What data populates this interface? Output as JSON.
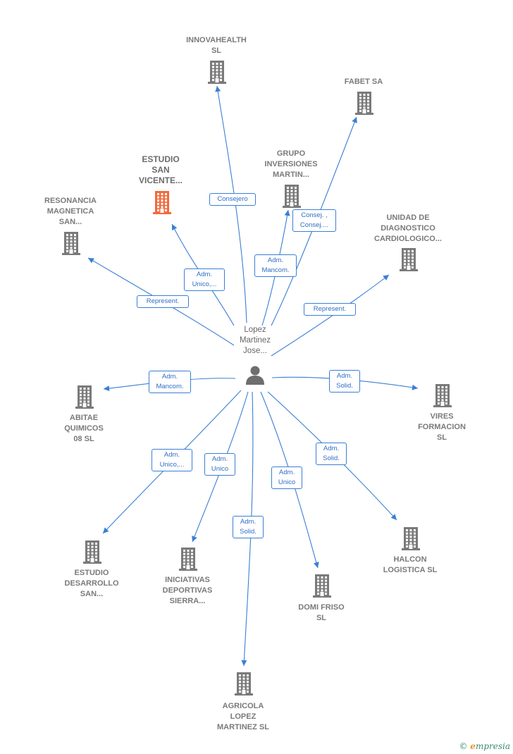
{
  "center": {
    "name_lines": [
      "Lopez",
      "Martinez",
      "Jose..."
    ],
    "icon": "person-icon"
  },
  "colors": {
    "edge": "#3a7fd5",
    "node": "#7a7a7a",
    "highlight_node": "#f26a3d"
  },
  "nodes": [
    {
      "id": "innovahealth",
      "lines": [
        "INNOVAHEALTH",
        "SL"
      ],
      "highlight": false,
      "icon": "building-icon"
    },
    {
      "id": "fabet",
      "lines": [
        "FABET SA"
      ],
      "highlight": false,
      "icon": "building-icon"
    },
    {
      "id": "estudio-san-vicente",
      "lines": [
        "ESTUDIO",
        "SAN",
        "VICENTE..."
      ],
      "highlight": true,
      "icon": "building-icon"
    },
    {
      "id": "grupo-inversiones",
      "lines": [
        "GRUPO",
        "INVERSIONES",
        "MARTIN..."
      ],
      "highlight": false,
      "icon": "building-icon"
    },
    {
      "id": "resonancia",
      "lines": [
        "RESONANCIA",
        "MAGNETICA",
        "SAN..."
      ],
      "highlight": false,
      "icon": "building-icon"
    },
    {
      "id": "unidad-diagnostico",
      "lines": [
        "UNIDAD DE",
        "DIAGNOSTICO",
        "CARDIOLOGICO..."
      ],
      "highlight": false,
      "icon": "building-icon"
    },
    {
      "id": "abitae",
      "lines": [
        "ABITAE",
        "QUIMICOS",
        "08 SL"
      ],
      "highlight": false,
      "icon": "building-icon"
    },
    {
      "id": "vires",
      "lines": [
        "VIRES",
        "FORMACION",
        "SL"
      ],
      "highlight": false,
      "icon": "building-icon"
    },
    {
      "id": "estudio-desarrollo",
      "lines": [
        "ESTUDIO",
        "DESARROLLO",
        "SAN..."
      ],
      "highlight": false,
      "icon": "building-icon"
    },
    {
      "id": "iniciativas",
      "lines": [
        "INICIATIVAS",
        "DEPORTIVAS",
        "SIERRA..."
      ],
      "highlight": false,
      "icon": "building-icon"
    },
    {
      "id": "halcon",
      "lines": [
        "HALCON",
        "LOGISTICA SL"
      ],
      "highlight": false,
      "icon": "building-icon"
    },
    {
      "id": "domi-friso",
      "lines": [
        "DOMI FRISO",
        "SL"
      ],
      "highlight": false,
      "icon": "building-icon"
    },
    {
      "id": "agricola",
      "lines": [
        "AGRICOLA",
        "LOPEZ",
        "MARTINEZ SL"
      ],
      "highlight": false,
      "icon": "building-icon"
    }
  ],
  "edges": [
    {
      "to": "innovahealth",
      "lines": [
        "Consejero"
      ]
    },
    {
      "to": "fabet",
      "lines": [
        "Consej. ,",
        "Consej...."
      ]
    },
    {
      "to": "estudio-san-vicente",
      "lines": [
        "Adm.",
        "Unico,..."
      ]
    },
    {
      "to": "grupo-inversiones",
      "lines": [
        "Adm.",
        "Mancom."
      ]
    },
    {
      "to": "resonancia",
      "lines": [
        "Represent."
      ]
    },
    {
      "to": "unidad-diagnostico",
      "lines": [
        "Represent."
      ]
    },
    {
      "to": "abitae",
      "lines": [
        "Adm.",
        "Mancom."
      ]
    },
    {
      "to": "vires",
      "lines": [
        "Adm.",
        "Solid."
      ]
    },
    {
      "to": "estudio-desarrollo",
      "lines": [
        "Adm.",
        "Unico,..."
      ]
    },
    {
      "to": "iniciativas",
      "lines": [
        "Adm.",
        "Unico"
      ]
    },
    {
      "to": "halcon",
      "lines": [
        "Adm.",
        "Solid."
      ]
    },
    {
      "to": "domi-friso",
      "lines": [
        "Adm.",
        "Unico"
      ]
    },
    {
      "to": "agricola",
      "lines": [
        "Adm.",
        "Solid."
      ]
    }
  ],
  "brand": {
    "symbol": "©",
    "initial": "e",
    "rest": "mpresia"
  }
}
